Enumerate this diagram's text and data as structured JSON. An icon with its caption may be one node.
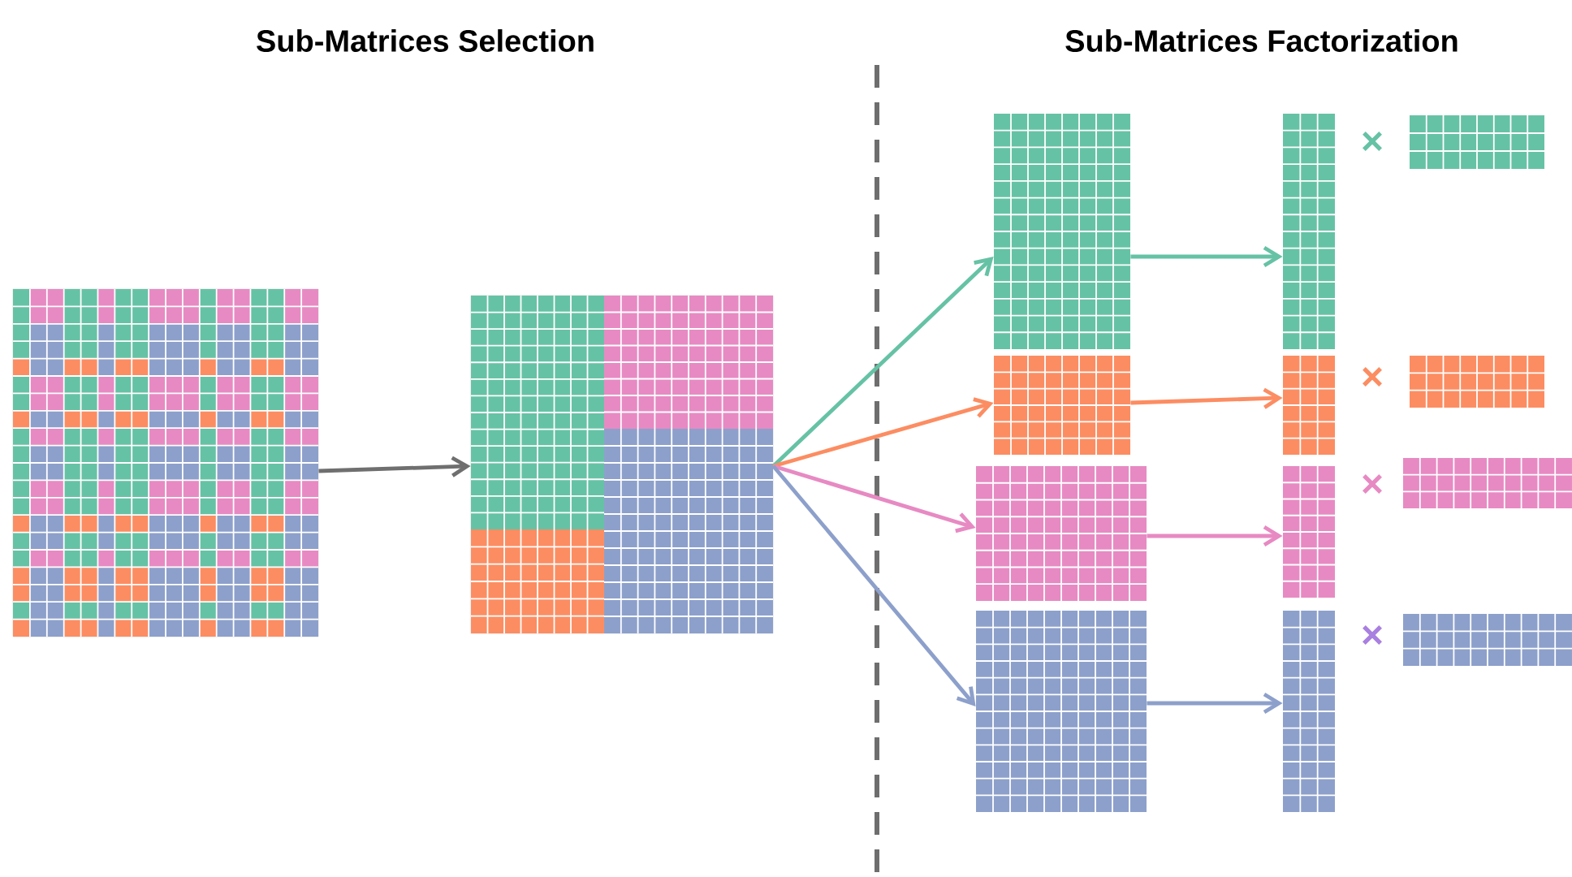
{
  "diagram": {
    "title": "Sub-Matrices Selection",
    "caption": "Sub-Matrices Factorization",
    "nodes": [
      {
        "text": [],
        "shape": "box"
      },
      {
        "text": [],
        "shape": "box"
      },
      {
        "text": [],
        "shape": "box"
      },
      {
        "text": [],
        "shape": "box"
      },
      {
        "text": [],
        "shape": "box"
      },
      {
        "text": [],
        "shape": "box"
      },
      {
        "text": [],
        "shape": "box"
      },
      {
        "text": [],
        "shape": "box"
      },
      {
        "text": [],
        "shape": "box"
      },
      {
        "text": [],
        "shape": "box"
      },
      {
        "text": [],
        "shape": "box"
      },
      {
        "text": [],
        "shape": "box"
      },
      {
        "text": [],
        "shape": "box"
      },
      {
        "text": [],
        "shape": "box"
      }
    ],
    "edges": [
      {
        "from": 0,
        "to": 1,
        "arrow": "to",
        "color": "#6f6f6f"
      },
      {
        "from": 1,
        "to": 2,
        "arrow": "to",
        "color": "#66c2a5"
      },
      {
        "from": 1,
        "to": 3,
        "arrow": "to",
        "color": "#fc8d62"
      },
      {
        "from": 1,
        "to": 4,
        "arrow": "to",
        "color": "#e78ac3"
      },
      {
        "from": 1,
        "to": 5,
        "arrow": "to",
        "color": "#8da0cb"
      },
      {
        "from": 2,
        "to": 6,
        "arrow": "to",
        "color": "#66c2a5"
      },
      {
        "from": 3,
        "to": 7,
        "arrow": "to",
        "color": "#fc8d62"
      },
      {
        "from": 4,
        "to": 8,
        "arrow": "to",
        "color": "#e78ac3"
      },
      {
        "from": 5,
        "to": 9,
        "arrow": "to",
        "color": "#8da0cb"
      }
    ],
    "labels": [
      "×",
      "×",
      "×",
      "×"
    ]
  }
}
